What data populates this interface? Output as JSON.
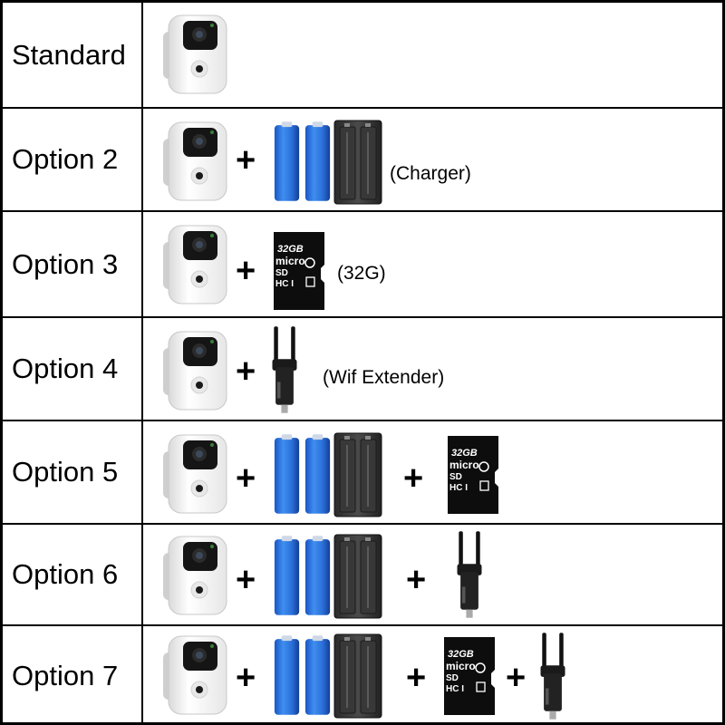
{
  "rows": [
    {
      "label": "Standard"
    },
    {
      "label": "Option 2",
      "note": "(Charger)"
    },
    {
      "label": "Option 3",
      "note": "(32G)"
    },
    {
      "label": "Option 4",
      "note": "(Wif Extender)"
    },
    {
      "label": "Option 5"
    },
    {
      "label": "Option 6"
    },
    {
      "label": "Option 7"
    }
  ],
  "plus": "+",
  "sd_card": {
    "capacity": "32GB",
    "brand": "micro",
    "sub": "SD",
    "class": "HC I"
  },
  "icons": {
    "camera": "security-camera-icon",
    "batteries": "battery-pair-icon",
    "charger": "battery-charger-icon",
    "sd": "microsd-card-icon",
    "extender": "wifi-extender-icon"
  }
}
